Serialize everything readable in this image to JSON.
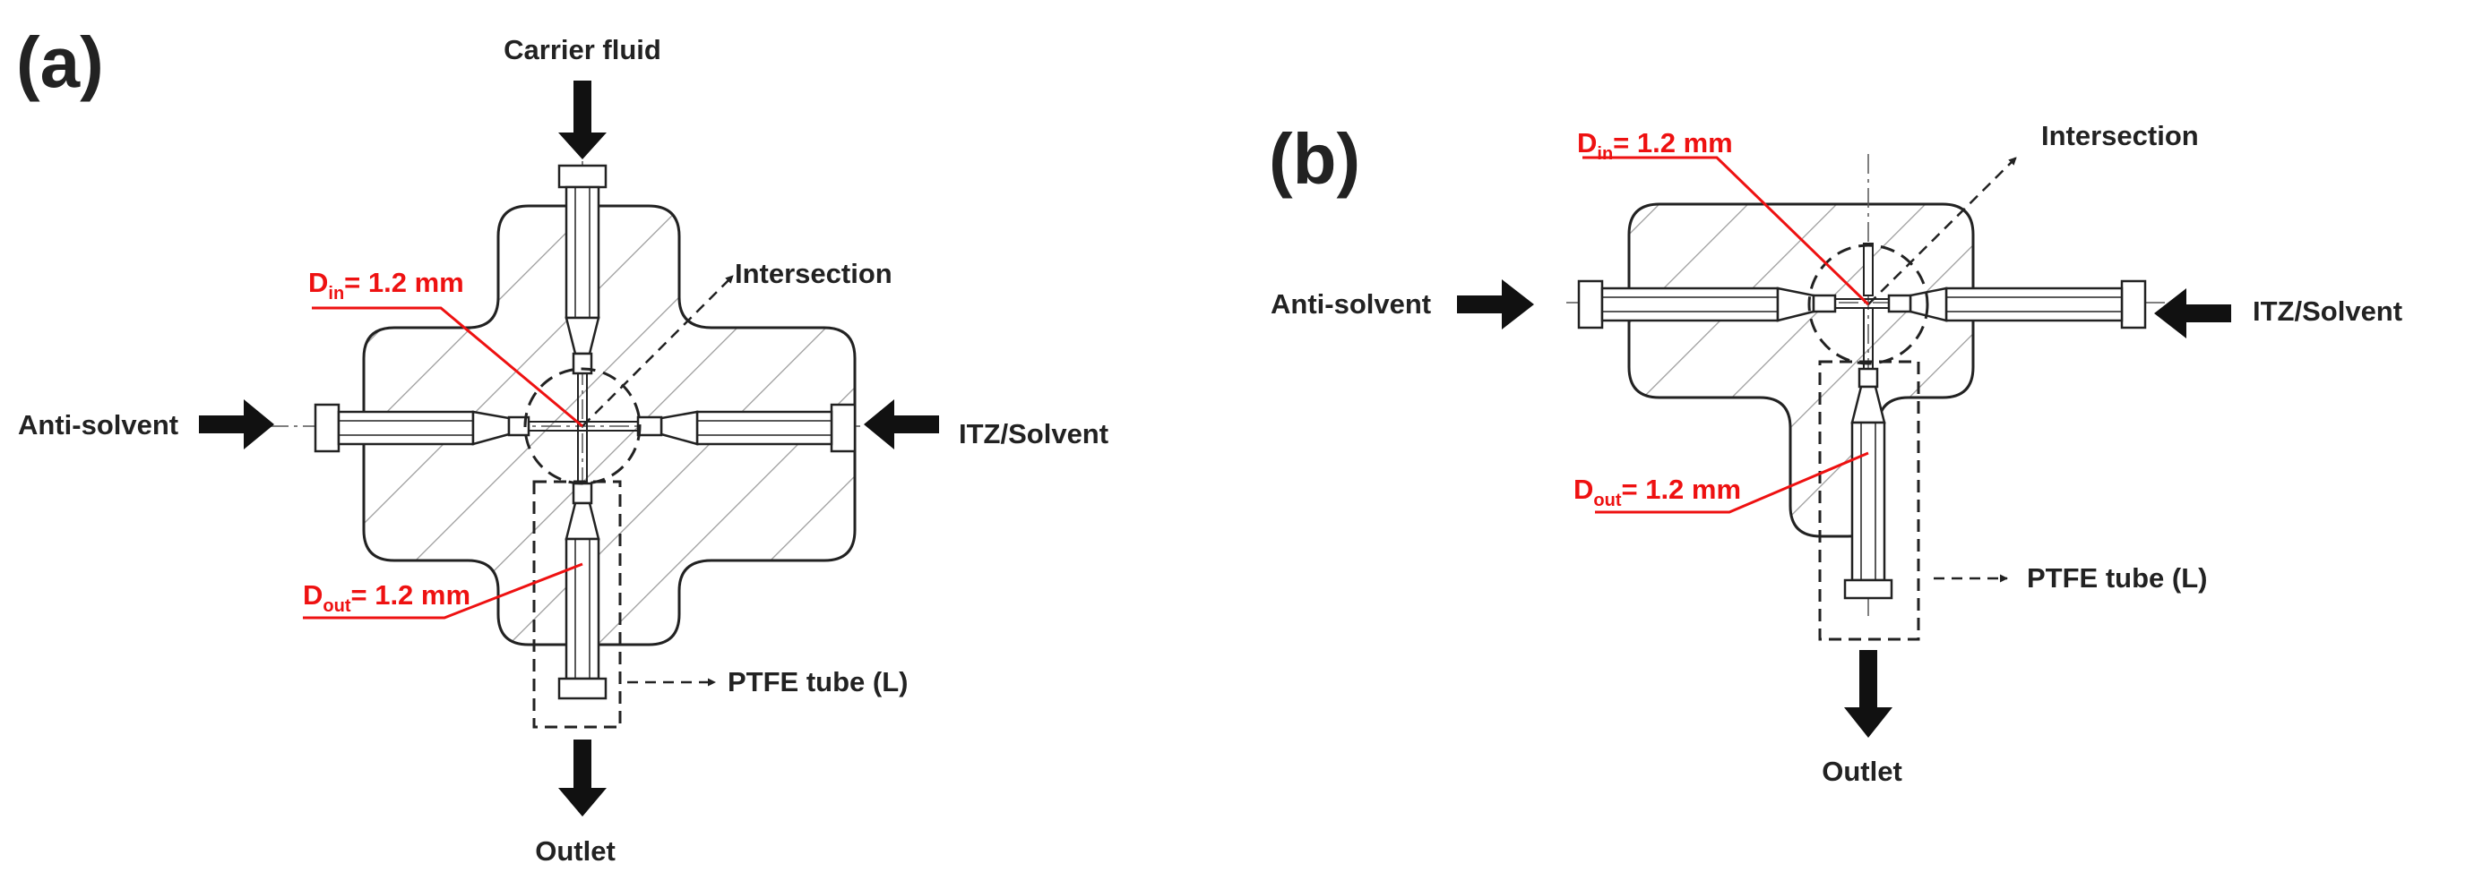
{
  "panels": {
    "a": {
      "letter": "(a)",
      "carrier": "Carrier fluid",
      "antisolvent": "Anti-solvent",
      "solvent": "ITZ/Solvent",
      "intersection": "Intersection",
      "din_d": "D",
      "din_sub": "in",
      "din_val": "= 1.2 mm",
      "dout_d": "D",
      "dout_sub": "out",
      "dout_val": "= 1.2 mm",
      "ptfe": "PTFE tube (L)",
      "outlet": "Outlet"
    },
    "b": {
      "letter": "(b)",
      "antisolvent": "Anti-solvent",
      "solvent": "ITZ/Solvent",
      "intersection": "Intersection",
      "din_d": "D",
      "din_sub": "in",
      "din_val": "= 1.2 mm",
      "dout_d": "D",
      "dout_sub": "out",
      "dout_val": "= 1.2 mm",
      "ptfe": "PTFE tube (L)",
      "outlet": "Outlet"
    }
  },
  "colors": {
    "dimension": "#ee1111",
    "ink": "#222222",
    "hatch": "#9a9a9a"
  }
}
